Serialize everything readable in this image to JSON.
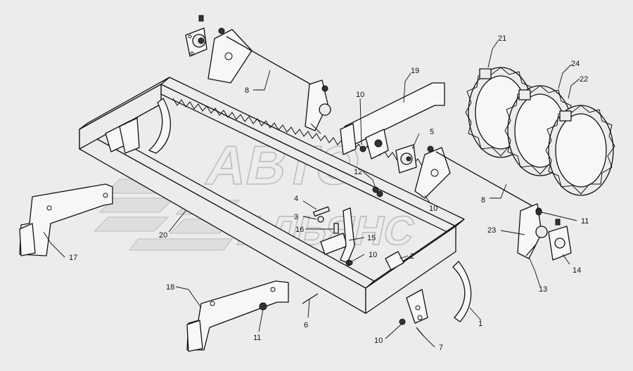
{
  "watermark": {
    "line1": "АВТО",
    "line2": "АЛЬЯНС"
  },
  "callouts": [
    "1",
    "2",
    "3",
    "4",
    "5",
    "6",
    "7",
    "8",
    "8",
    "10",
    "10",
    "10",
    "10",
    "11",
    "11",
    "12",
    "13",
    "14",
    "15",
    "16",
    "17",
    "18",
    "19",
    "20",
    "21",
    "22",
    "23",
    "24"
  ]
}
